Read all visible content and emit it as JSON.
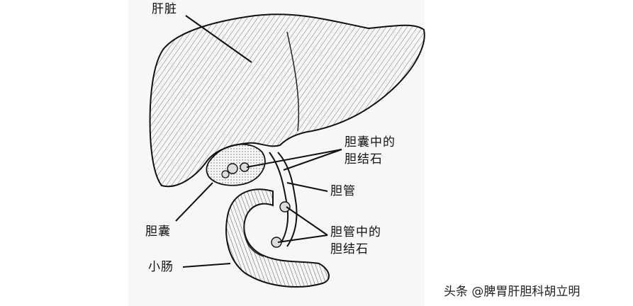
{
  "labels": {
    "liver": "肝脏",
    "gallbladder_stone_line1": "胆囊中的",
    "gallbladder_stone_line2": "胆结石",
    "bile_duct": "胆管",
    "duct_stone_line1": "胆管中的",
    "duct_stone_line2": "胆结石",
    "gallbladder": "胆囊",
    "small_intestine": "小肠"
  },
  "watermark": "头条 @脾胃肝胆科胡立明",
  "colors": {
    "ink": "#111111",
    "panel": "#f7f7f7",
    "background": "#ffffff"
  }
}
